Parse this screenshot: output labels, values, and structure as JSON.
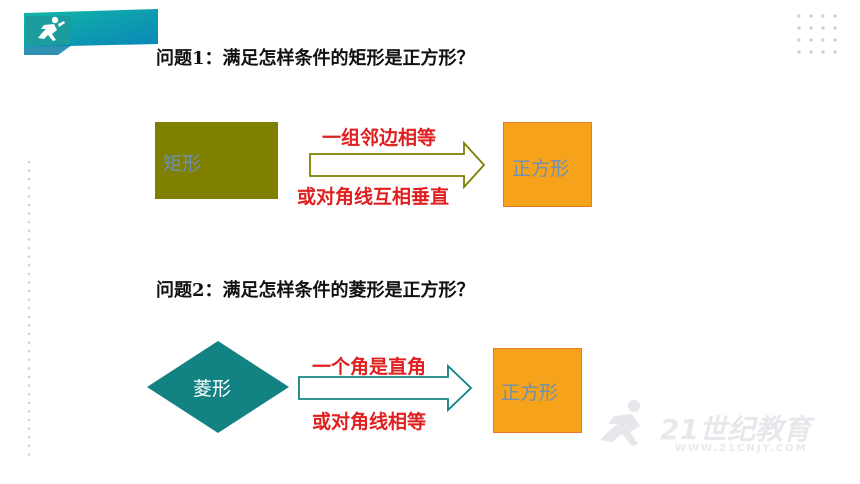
{
  "question1": "问题1：满足怎样条件的矩形是正方形？",
  "question2": "问题2：满足怎样条件的菱形是正方形？",
  "rectangle_label": "矩形",
  "square1_label": "正方形",
  "square2_label": "正方形",
  "rhombus_label": "菱形",
  "condition1_top": "一组邻边相等",
  "condition1_bottom": "或对角线互相垂直",
  "condition2_top": "一个角是直角",
  "condition2_bottom": "或对角线相等",
  "watermark_text": "21世纪教育",
  "watermark_url": "WWW.21CNJY.COM",
  "colors": {
    "rectangle": "#7f7f00",
    "square": "#f7a21b",
    "rhombus": "#138283",
    "header_teal": "#0aa3a3",
    "condition_red": "#e02020"
  }
}
